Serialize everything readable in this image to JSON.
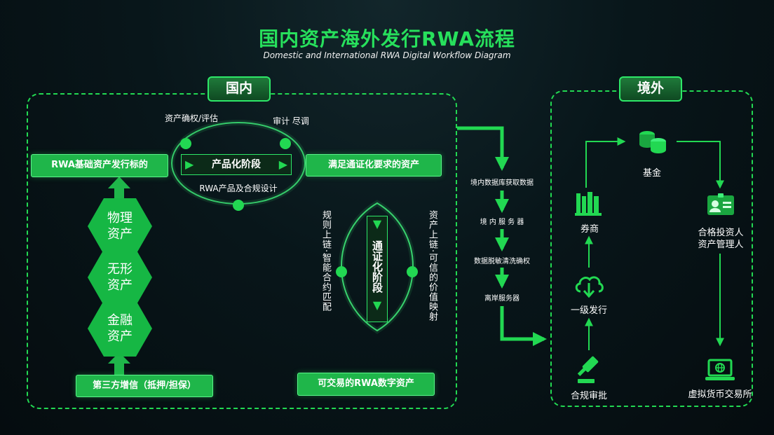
{
  "header": {
    "title": "国内资产海外发行RWA流程",
    "subtitle": "Domestic and International RWA Digital Workflow Diagram"
  },
  "domestic": {
    "label": "国内",
    "target_bar": "RWA基础资产发行标的",
    "assets": [
      "物理\n资产",
      "无形\n资产",
      "金融\n资产"
    ],
    "credit_bar": "第三方增信（抵押/担保）",
    "product_stage": {
      "label": "产品化阶段",
      "top_left": "资产确权/评估",
      "top_right": "审计 尽调",
      "bottom": "RWA产品及合规设计"
    },
    "result_bar": "满足通证化要求的资产",
    "token_stage": {
      "label": "通证化阶段",
      "left_text": "规则上链·智能合约匹配",
      "right_text": "资产上链·可信的价值映射"
    },
    "output_bar": "可交易的RWA数字资产"
  },
  "data_flow": {
    "steps": [
      "境内数据库获取数据",
      "境 内 服 务 器",
      "数据脱敏清洗确权",
      "离岸服务器"
    ]
  },
  "overseas": {
    "label": "境外",
    "nodes": {
      "fund": "基金",
      "broker": "券商",
      "investor": "合格投资人\n资产管理人",
      "issuance": "一级发行",
      "compliance": "合规审批",
      "exchange": "虚拟货币交易所"
    }
  },
  "colors": {
    "accent": "#27e05c",
    "bar": "#1fb64a",
    "background": "#08161a"
  },
  "icons": [
    "coins-icon",
    "books-icon",
    "id-card-icon",
    "cloud-download-icon",
    "gavel-icon",
    "laptop-globe-icon"
  ]
}
